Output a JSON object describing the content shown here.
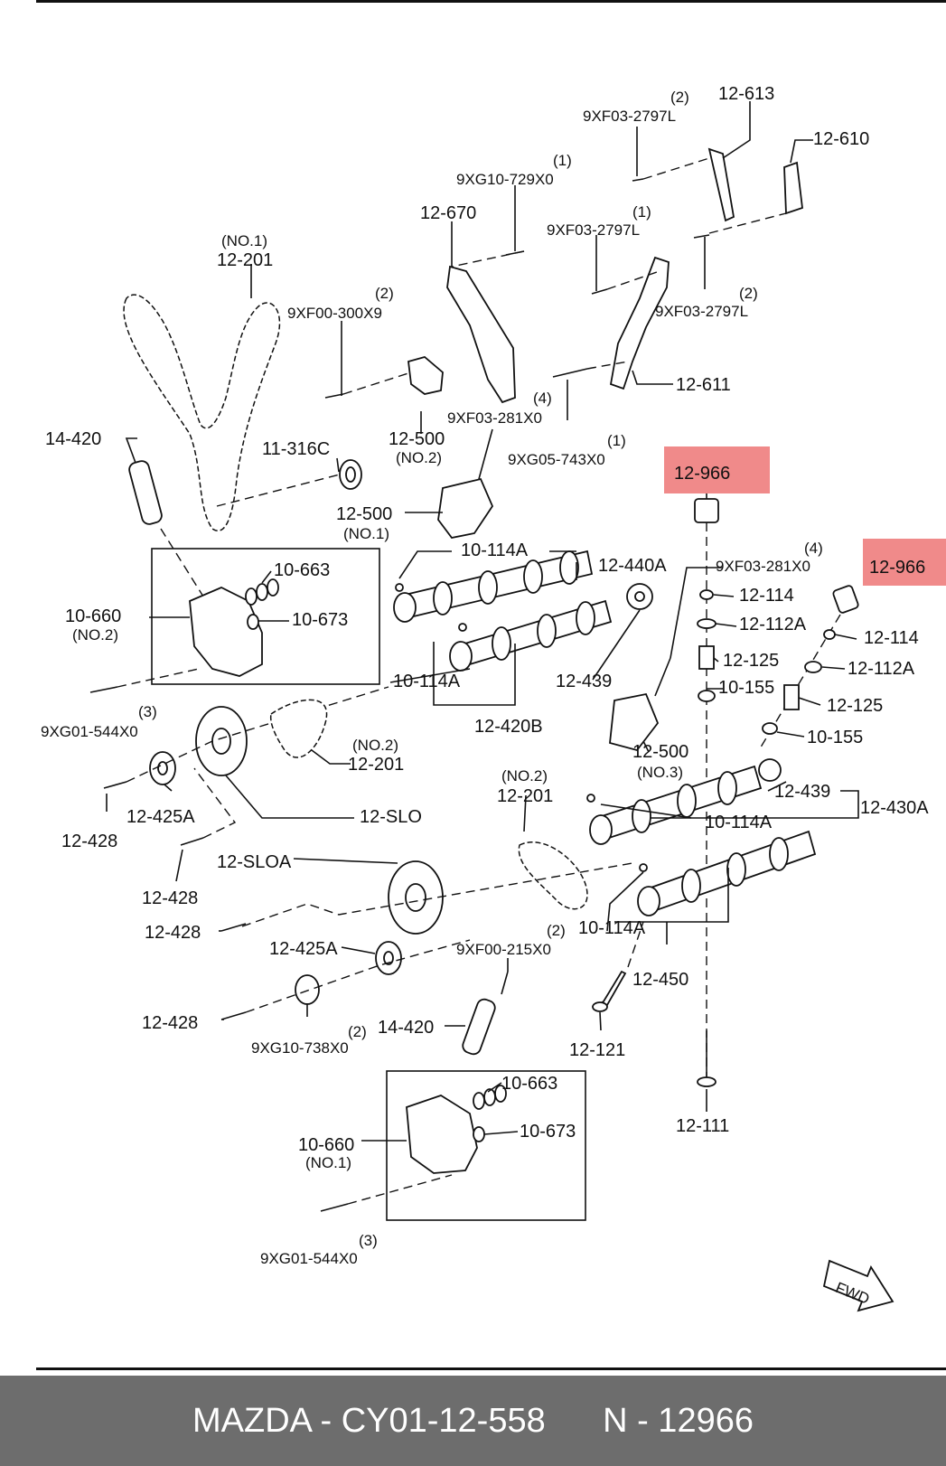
{
  "labels": {
    "l_12_613": "12-613",
    "l_9xf03_2797l_top": "9XF03-2797L",
    "l_qty2_top": "(2)",
    "l_12_610": "12-610",
    "l_qty1_a": "(1)",
    "l_9xg10_729x0": "9XG10-729X0",
    "l_12_670": "12-670",
    "l_qty1_b": "(1)",
    "l_9xf03_2797l_mid": "9XF03-2797L",
    "l_qty2_mid": "(2)",
    "l_9xf03_2797l_right": "9XF03-2797L",
    "l_no1_chain": "(NO.1)",
    "l_12_201_top": "12-201",
    "l_qty2_c": "(2)",
    "l_9xf00_300x9": "9XF00-300X9",
    "l_12_611": "12-611",
    "l_qty4_a": "(4)",
    "l_9xf03_281x0_a": "9XF03-281X0",
    "l_qty1_c": "(1)",
    "l_9xg05_743x0": "9XG05-743X0",
    "l_14_420_top": "14-420",
    "l_11_316c": "11-316C",
    "l_12_500_no2": "12-500",
    "l_no2_500": "(NO.2)",
    "l_12_966_a": "12-966",
    "l_12_500_no1": "12-500",
    "l_no1_500": "(NO.1)",
    "l_10_114a_a": "10-114A",
    "l_12_440a": "12-440A",
    "l_qty4_b": "(4)",
    "l_9xf03_281x0_b": "9XF03-281X0",
    "l_12_966_b": "12-966",
    "l_10_663_top": "10-663",
    "l_12_114_a": "12-114",
    "l_10_660_no2": "10-660",
    "l_no2_660": "(NO.2)",
    "l_10_673_top": "10-673",
    "l_12_112a_a": "12-112A",
    "l_12_114_b": "12-114",
    "l_12_125_a": "12-125",
    "l_12_112a_b": "12-112A",
    "l_10_114a_b": "10-114A",
    "l_12_439_a": "12-439",
    "l_10_155_a": "10-155",
    "l_12_125_b": "12-125",
    "l_qty3_a": "(3)",
    "l_9xg01_544x0_a": "9XG01-544X0",
    "l_12_420b": "12-420B",
    "l_10_155_b": "10-155",
    "l_no2_chain": "(NO.2)",
    "l_12_201_mid": "12-201",
    "l_12_500_no3": "12-500",
    "l_no3_500": "(NO.3)",
    "l_12_439_b": "12-439",
    "l_12_425a_a": "12-425A",
    "l_12_slo": "12-SLO",
    "l_no2_chain_b": "(NO.2)",
    "l_12_201_low": "12-201",
    "l_10_114a_c": "10-114A",
    "l_12_430a": "12-430A",
    "l_12_428_a": "12-428",
    "l_12_428_b": "12-428",
    "l_12_sloa": "12-SLOA",
    "l_12_428_c": "12-428",
    "l_10_114a_d": "10-114A",
    "l_12_425a_b": "12-425A",
    "l_qty2_d": "(2)",
    "l_9xf00_215x0": "9XF00-215X0",
    "l_12_450": "12-450",
    "l_12_428_d": "12-428",
    "l_9xg10_738x0": "9XG10-738X0",
    "l_qty2_e": "(2)",
    "l_14_420_low": "14-420",
    "l_12_121": "12-121",
    "l_10_663_low": "10-663",
    "l_12_111": "12-111",
    "l_10_660_no1": "10-660",
    "l_no1_660": "(NO.1)",
    "l_10_673_low": "10-673",
    "l_qty3_b": "(3)",
    "l_9xg01_544x0_b": "9XG01-544X0",
    "l_fwd": "FWD"
  },
  "highlight_color": "#f08a8a",
  "footer": {
    "left": "MAZDA - CY01-12-558",
    "right": "N - 12966"
  }
}
